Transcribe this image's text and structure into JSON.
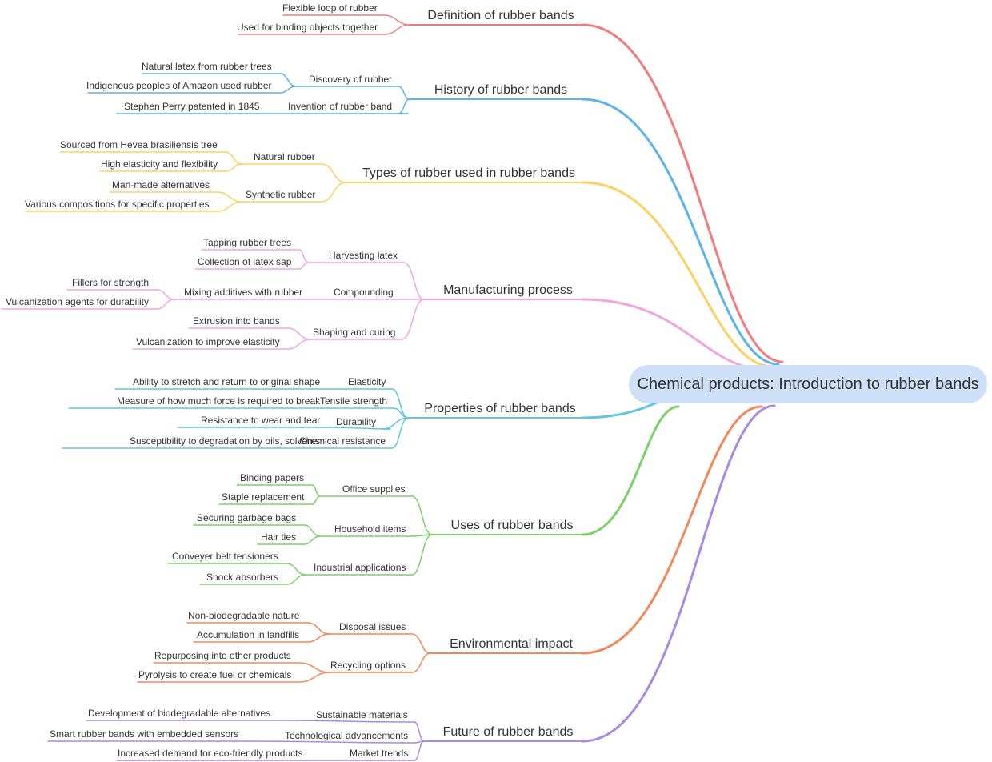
{
  "root": {
    "label": "Chemical products: Introduction to rubber bands"
  },
  "branches": [
    {
      "label": "Definition of rubber bands",
      "color": "#f27c7c",
      "children": [
        {
          "label": "Flexible loop of rubber",
          "children": []
        },
        {
          "label": "Used for binding objects together",
          "children": []
        }
      ]
    },
    {
      "label": "History of rubber bands",
      "color": "#5ab4e8",
      "children": [
        {
          "label": "Discovery of rubber",
          "children": [
            {
              "label": "Natural latex from rubber trees"
            },
            {
              "label": "Indigenous peoples of Amazon used rubber"
            }
          ]
        },
        {
          "label": "Invention of rubber band",
          "children": [
            {
              "label": "Stephen Perry patented in 1845"
            }
          ]
        }
      ]
    },
    {
      "label": "Types of rubber used in rubber bands",
      "color": "#fdd060",
      "children": [
        {
          "label": "Natural rubber",
          "children": [
            {
              "label": "Sourced from Hevea brasiliensis tree"
            },
            {
              "label": "High elasticity and flexibility"
            }
          ]
        },
        {
          "label": "Synthetic rubber",
          "children": [
            {
              "label": "Man-made alternatives"
            },
            {
              "label": "Various compositions for specific properties"
            }
          ]
        }
      ]
    },
    {
      "label": "Manufacturing process",
      "color": "#f0a5de",
      "children": [
        {
          "label": "Harvesting latex",
          "children": [
            {
              "label": "Tapping rubber trees"
            },
            {
              "label": "Collection of latex sap"
            }
          ]
        },
        {
          "label": "Compounding",
          "children": [
            {
              "label": "Mixing additives with rubber",
              "children": [
                {
                  "label": "Fillers for strength"
                },
                {
                  "label": "Vulcanization agents for durability"
                }
              ]
            }
          ]
        },
        {
          "label": "Shaping and curing",
          "children": [
            {
              "label": "Extrusion into bands"
            },
            {
              "label": "Vulcanization to improve elasticity"
            }
          ]
        }
      ]
    },
    {
      "label": "Properties of rubber bands",
      "color": "#62c6df",
      "children": [
        {
          "label": "Elasticity",
          "children": [
            {
              "label": "Ability to stretch and return to original shape"
            }
          ]
        },
        {
          "label": "Tensile strength",
          "children": [
            {
              "label": "Measure of how much force is required to break"
            }
          ]
        },
        {
          "label": "Durability",
          "children": [
            {
              "label": "Resistance to wear and tear"
            }
          ]
        },
        {
          "label": "Chemical resistance",
          "children": [
            {
              "label": "Susceptibility to degradation by oils, solvents"
            }
          ]
        }
      ]
    },
    {
      "label": "Uses of rubber bands",
      "color": "#7dd06a",
      "children": [
        {
          "label": "Office supplies",
          "children": [
            {
              "label": "Binding papers"
            },
            {
              "label": "Staple replacement"
            }
          ]
        },
        {
          "label": "Household items",
          "children": [
            {
              "label": "Securing garbage bags"
            },
            {
              "label": "Hair ties"
            }
          ]
        },
        {
          "label": "Industrial applications",
          "children": [
            {
              "label": "Conveyer belt tensioners"
            },
            {
              "label": "Shock absorbers"
            }
          ]
        }
      ]
    },
    {
      "label": "Environmental impact",
      "color": "#f4875a",
      "children": [
        {
          "label": "Disposal issues",
          "children": [
            {
              "label": "Non-biodegradable nature"
            },
            {
              "label": "Accumulation in landfills"
            }
          ]
        },
        {
          "label": "Recycling options",
          "children": [
            {
              "label": "Repurposing into other products"
            },
            {
              "label": "Pyrolysis to create fuel or chemicals"
            }
          ]
        }
      ]
    },
    {
      "label": "Future of rubber bands",
      "color": "#a88ae2",
      "children": [
        {
          "label": "Sustainable materials",
          "children": [
            {
              "label": "Development of biodegradable alternatives"
            }
          ]
        },
        {
          "label": "Technological advancements",
          "children": [
            {
              "label": "Smart rubber bands with embedded sensors"
            }
          ]
        },
        {
          "label": "Market trends",
          "children": [
            {
              "label": "Increased demand for eco-friendly products"
            }
          ]
        }
      ]
    }
  ]
}
